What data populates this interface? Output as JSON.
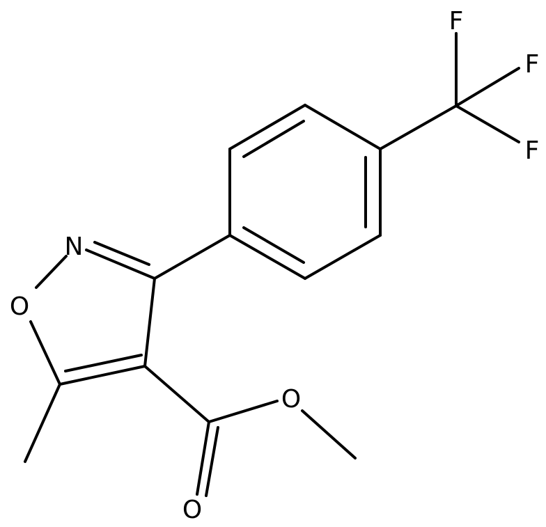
{
  "structure": {
    "atoms": {
      "f1": "F",
      "f2": "F",
      "f3": "F",
      "n": "N",
      "o_ring": "O",
      "o_ester": "O",
      "o_carbonyl": "O"
    },
    "colors": {
      "bond": "#000000",
      "label": "#000000",
      "background": "#ffffff"
    }
  }
}
